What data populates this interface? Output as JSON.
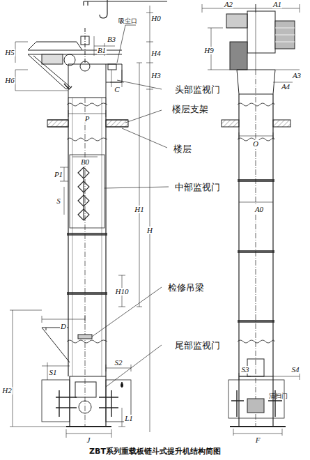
{
  "diagram": {
    "caption": "ZBT系列重载板链斗式提升机结构简图",
    "labels": [
      "吸尘口",
      "H0",
      "H5",
      "B3",
      "B1",
      "H4",
      "H6",
      "H3",
      "C",
      "头部监视门",
      "P",
      "楼层支架",
      "楼层",
      "B0",
      "P1",
      "中部监视门",
      "S",
      "H1",
      "H",
      "H10",
      "检修吊梁",
      "D",
      "尾部监视门",
      "S1",
      "S2",
      "H2",
      "L1",
      "J",
      "A2",
      "A1",
      "H9",
      "A3",
      "A4",
      "O",
      "A0",
      "S3",
      "S4",
      "清扫门",
      "F"
    ]
  }
}
